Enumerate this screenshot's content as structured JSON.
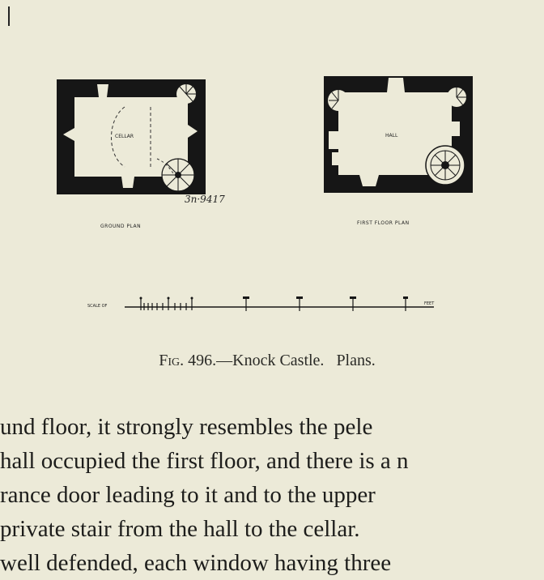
{
  "figure": {
    "ground_plan": {
      "room_label": "CELLAR",
      "plan_label": "GROUND PLAN"
    },
    "first_floor_plan": {
      "room_label": "HALL",
      "plan_label": "FIRST FLOOR PLAN"
    },
    "signature": "3n·9417",
    "scale": {
      "label": "SCALE OF",
      "end_label": "FEET"
    },
    "caption": {
      "number": "Fig. 496.",
      "title": "—Knock Castle.",
      "subtitle": "Plans."
    }
  },
  "text_lines": [
    "und floor, it strongly resembles the pele",
    "hall occupied the first floor, and there is a n",
    "rance door leading to it and to the upper",
    "private stair from the hall to the cellar.",
    "well defended, each window having three"
  ]
}
